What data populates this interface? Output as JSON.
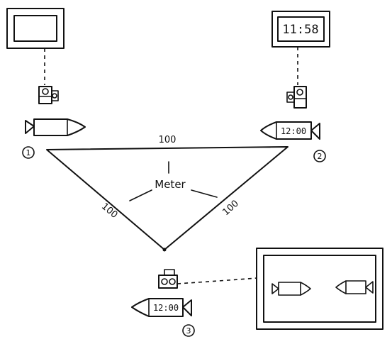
{
  "distances": {
    "top": "100",
    "left": "100",
    "right": "100",
    "unit": "Meter"
  },
  "nodes": {
    "one": {
      "label": "1",
      "rocket_text": ""
    },
    "two": {
      "label": "2",
      "rocket_text": "12:00",
      "display_text": "11:58"
    },
    "three": {
      "label": "3",
      "rocket_text": "12:00"
    }
  }
}
